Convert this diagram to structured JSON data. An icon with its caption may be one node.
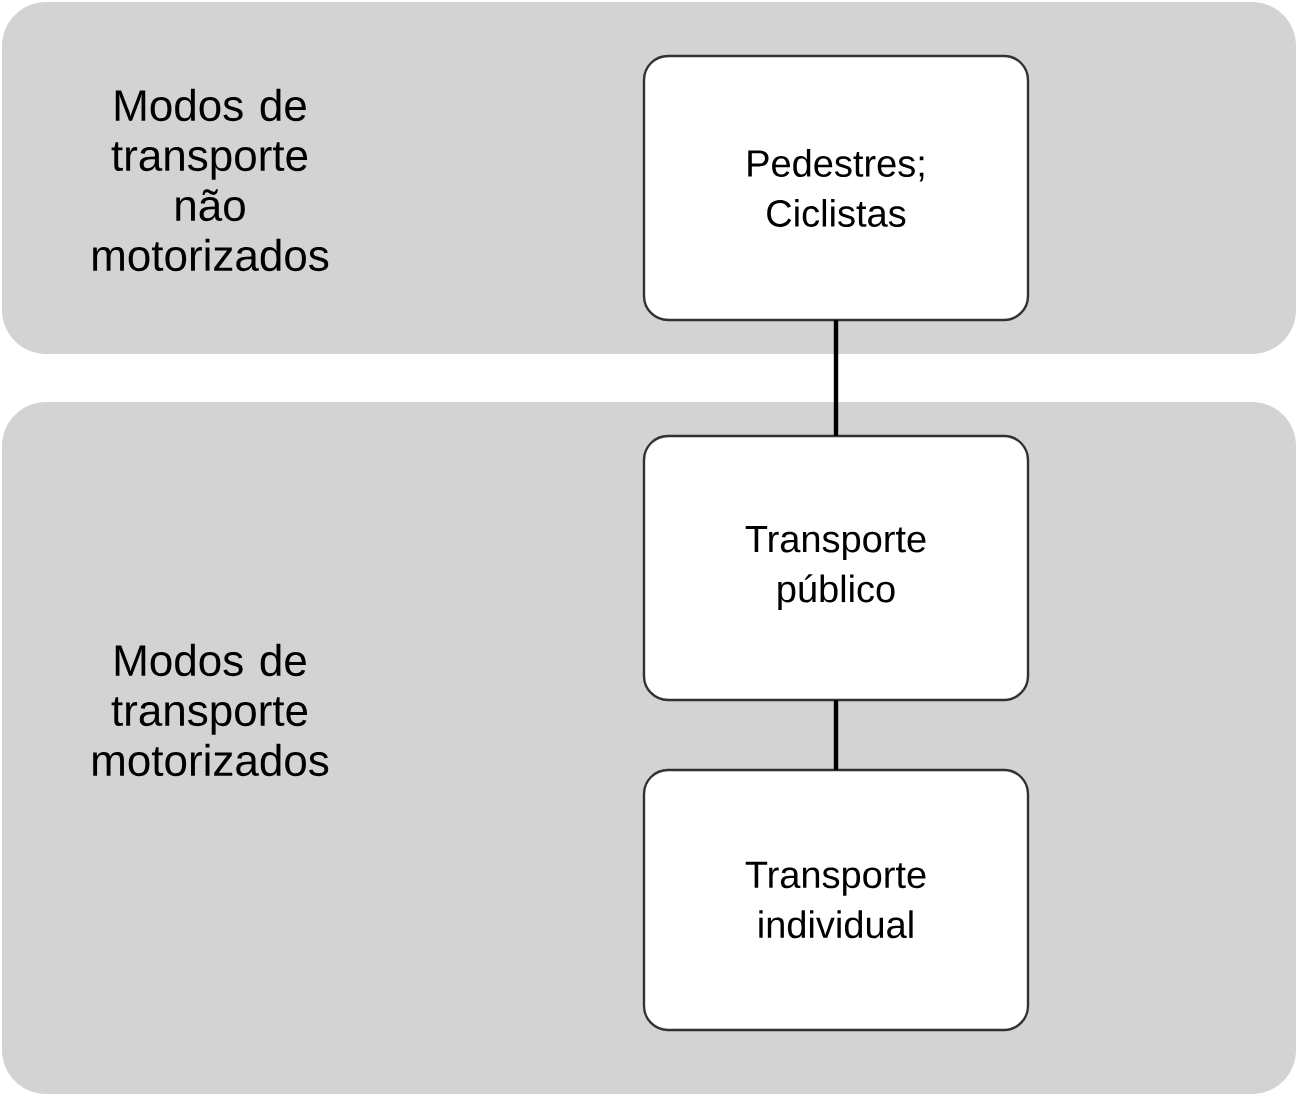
{
  "diagram": {
    "nodes": [
      {
        "text": [
          "Modos de transporte não motorizados"
        ]
      },
      {
        "text": [
          "Pedestres; Ciclistas"
        ],
        "in": 0
      },
      {
        "text": [
          "Modos de transporte motorizados"
        ]
      },
      {
        "text": [
          "Transporte público"
        ],
        "in": 2
      },
      {
        "text": [
          "Transporte individual"
        ],
        "in": 2
      }
    ],
    "edges": [
      {
        "from": 1,
        "to": 3,
        "arrow": "none"
      },
      {
        "from": 3,
        "to": 4,
        "arrow": "none"
      }
    ]
  }
}
